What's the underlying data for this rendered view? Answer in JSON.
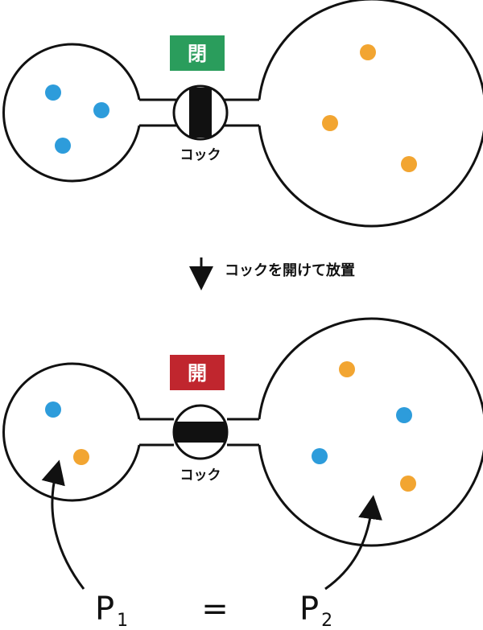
{
  "top": {
    "badge_text": "閉",
    "badge_color": "#2a9d5c",
    "cock_label": "コック"
  },
  "step": {
    "instruction": "コックを開けて放置"
  },
  "bottom": {
    "badge_text": "開",
    "badge_color": "#c0262e",
    "cock_label": "コック"
  },
  "equation": {
    "left_symbol": "P",
    "left_subscript": "1",
    "equals": "=",
    "right_symbol": "P",
    "right_subscript": "2"
  },
  "colors": {
    "blue_molecule": "#2d9cdb",
    "orange_molecule": "#f2a531",
    "outline": "#111111"
  }
}
